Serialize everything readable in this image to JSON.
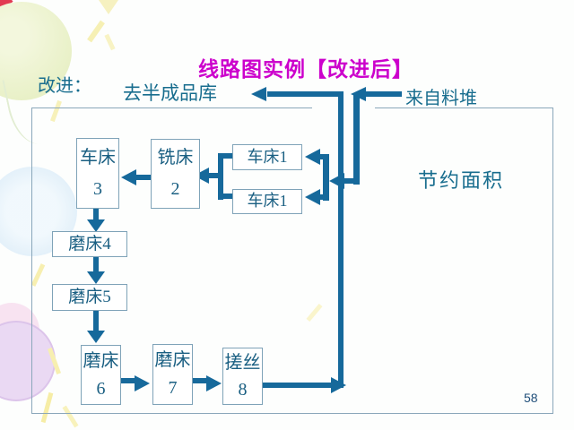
{
  "slide": {
    "title": "线路图实例【改进后】",
    "page_number": "58",
    "labels": {
      "improve": "改进：",
      "to_warehouse": "去半成品库",
      "from_pile": "来自料堆",
      "saved_area": "节约面积"
    },
    "boxes": [
      {
        "name": "lathe-3",
        "line1": "车床",
        "line2": "3"
      },
      {
        "name": "mill-2",
        "line1": "铣床",
        "line2": "2"
      },
      {
        "name": "lathe-1-upper",
        "line1": "车床1"
      },
      {
        "name": "lathe-1-lower",
        "line1": "车床1"
      },
      {
        "name": "grinder-4",
        "line1": "磨床4"
      },
      {
        "name": "grinder-5",
        "line1": "磨床5"
      },
      {
        "name": "grinder-6",
        "line1": "磨床",
        "line2": "6"
      },
      {
        "name": "grinder-7",
        "line1": "磨床",
        "line2": "7"
      },
      {
        "name": "thread-roll-8",
        "line1": "搓丝",
        "line2": "8"
      }
    ],
    "colors": {
      "accent": "#16699b",
      "title": "#cc00cc",
      "label_text": "#186d8e",
      "box_text": "#1a5f82",
      "box_border": "#7fa3b8",
      "frame_border": "#8aa7ba",
      "page_number": "#1f4e79"
    }
  }
}
